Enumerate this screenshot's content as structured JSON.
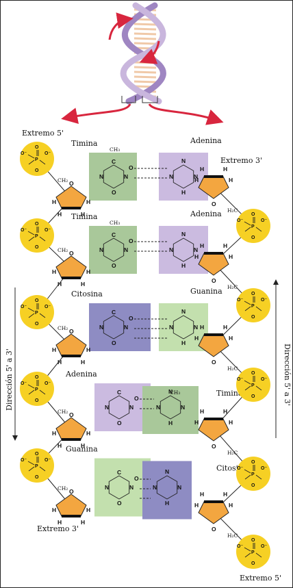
{
  "labels": {
    "end5_top": "Extremo 5'",
    "end3_top": "Extremo 3'",
    "end3_bottom": "Extremo 3'",
    "end5_bottom": "Extremo 5'",
    "direction_left": "Dirección 5' a 3'",
    "direction_right": "Dirección 5' a 3'"
  },
  "pairs": [
    {
      "left": "Timina",
      "right": "Adenina"
    },
    {
      "left": "Timina",
      "right": "Adenina"
    },
    {
      "left": "Citosina",
      "right": "Guanina"
    },
    {
      "left": "Adenina",
      "right": "Timina"
    },
    {
      "left": "Guanina",
      "right": "Citosina"
    }
  ],
  "atoms": {
    "P": "P",
    "O": "O",
    "Om": "O⁻",
    "C": "C",
    "H": "H",
    "N": "N",
    "CH2": "CH₂",
    "CH3": "CH₃",
    "H2C": "H₂C",
    "NH": "N—H",
    "HN": "H—N"
  },
  "colors": {
    "phosphate": "#F6D024",
    "sugar": "#F3A640",
    "thymine": "#A9C89A",
    "adenine": "#CBBBE0",
    "cytosine": "#8E8CC3",
    "guanine": "#C3E0AE",
    "helix_strand": "#C9B6DD",
    "helix_rung": "#F0C9A8",
    "arrow": "#D8263E"
  }
}
